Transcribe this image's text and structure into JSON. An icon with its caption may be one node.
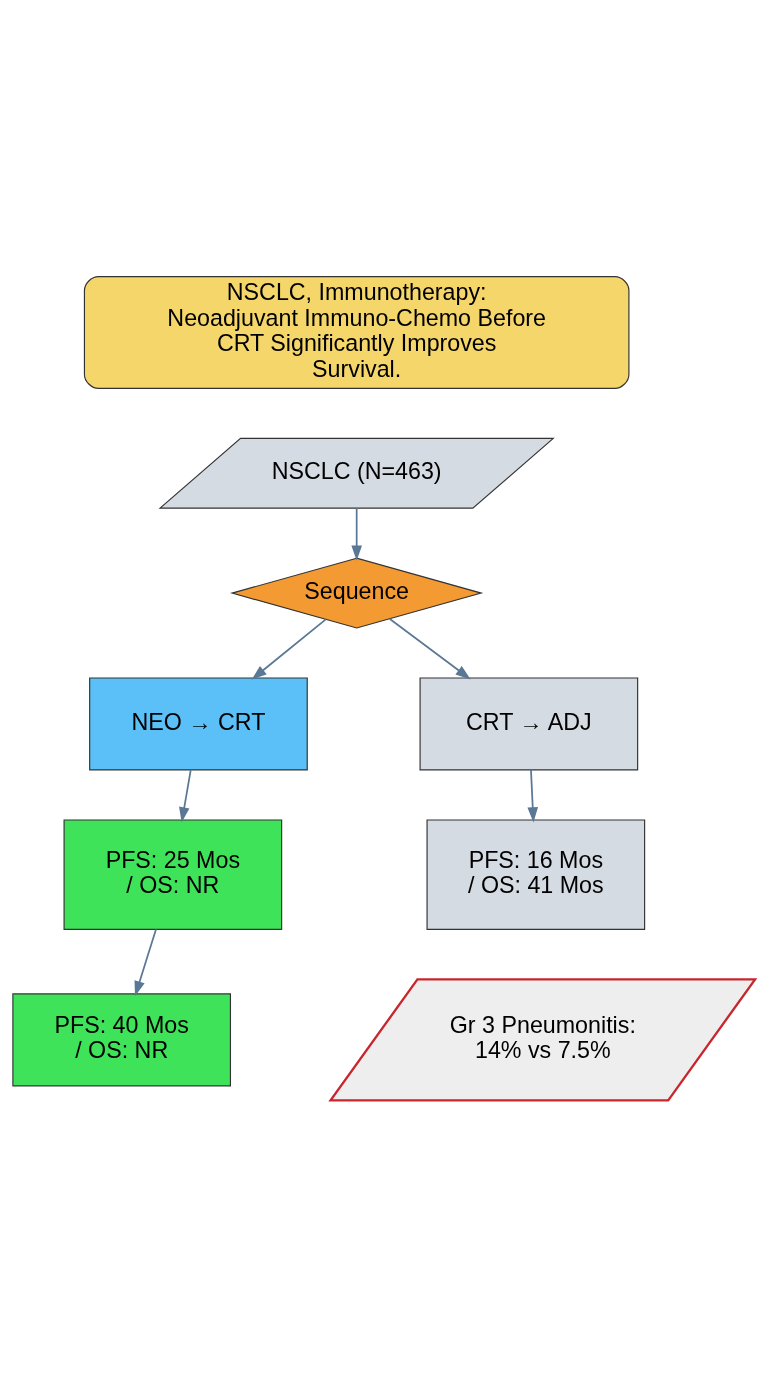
{
  "diagram": {
    "nodes": [
      {
        "text": [
          "NSCLC, Immunotherapy: Neoadjuvant Immuno-Chemo Before CRT Significantly Improves Survival."
        ]
      },
      {
        "text": [
          "NSCLC (N=463)"
        ]
      },
      {
        "text": [
          "Sequence"
        ]
      },
      {
        "text": [
          "NEO → CRT"
        ]
      },
      {
        "text": [
          "CRT → ADJ"
        ]
      },
      {
        "text": [
          "PFS: 25 Mos / OS: NR"
        ]
      },
      {
        "text": [
          "PFS: 16 Mos / OS: 41 Mos"
        ]
      },
      {
        "text": [
          "PFS: 40 Mos / OS: NR"
        ]
      },
      {
        "text": [
          "Gr 3 Pneumonitis: 14% vs 7.5%"
        ]
      }
    ],
    "edges": [
      {
        "from": 1,
        "to": 2,
        "arrow": "to"
      },
      {
        "from": 2,
        "to": 3,
        "arrow": "to"
      },
      {
        "from": 2,
        "to": 4,
        "arrow": "to"
      },
      {
        "from": 3,
        "to": 5,
        "arrow": "to"
      },
      {
        "from": 4,
        "to": 6,
        "arrow": "to"
      },
      {
        "from": 5,
        "to": 7,
        "arrow": "to"
      }
    ]
  }
}
